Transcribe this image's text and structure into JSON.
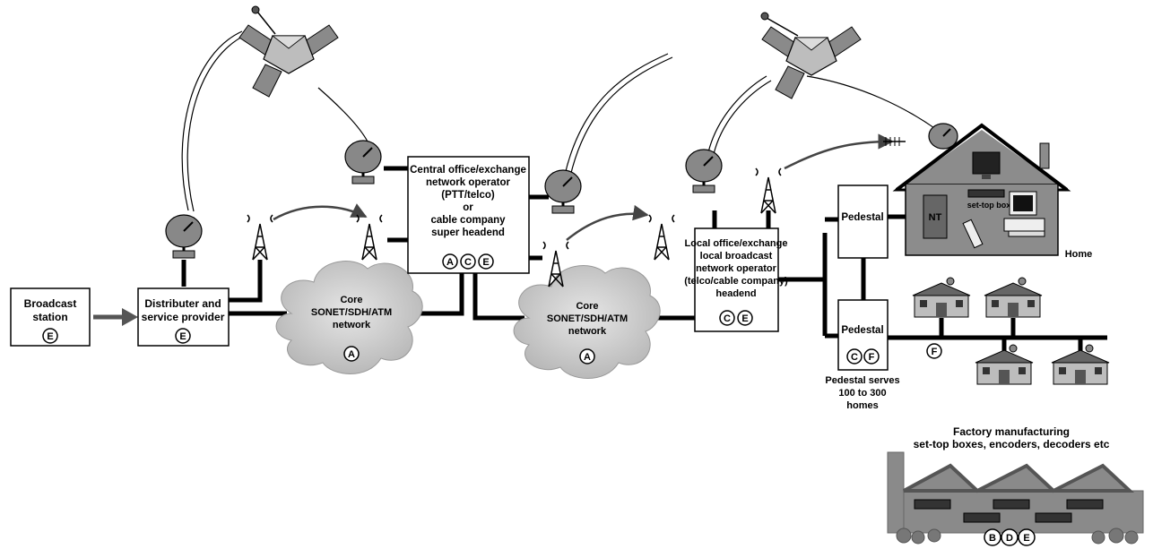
{
  "nodes": {
    "broadcast": {
      "line1": "Broadcast",
      "line2": "station",
      "badges": [
        "E"
      ]
    },
    "distributer": {
      "line1": "Distributer and",
      "line2": "service provider",
      "badges": [
        "E"
      ]
    },
    "core1": {
      "line1": "Core",
      "line2": "SONET/SDH/ATM",
      "line3": "network",
      "badges": [
        "A"
      ]
    },
    "central": {
      "lines": [
        "Central office/exchange",
        "network operator",
        "(PTT/telco)",
        "or",
        "cable company",
        "super headend"
      ],
      "badges": [
        "A",
        "C",
        "E"
      ]
    },
    "core2": {
      "line1": "Core",
      "line2": "SONET/SDH/ATM",
      "line3": "network",
      "badges": [
        "A"
      ]
    },
    "local": {
      "lines": [
        "Local office/exchange",
        "local broadcast",
        "network operator",
        "(telco/cable company)",
        "headend"
      ],
      "badges": [
        "C",
        "E"
      ]
    },
    "pedestal1": {
      "label": "Pedestal"
    },
    "pedestal2": {
      "label": "Pedestal",
      "badges": [
        "C",
        "F"
      ]
    },
    "pedestal_note": {
      "lines": [
        "Pedestal serves",
        "100 to 300",
        "homes"
      ]
    },
    "home": {
      "label": "Home",
      "nt": "NT",
      "settop": "set-top box"
    },
    "houses": {
      "badges": [
        "F"
      ]
    },
    "factory": {
      "lines": [
        "Factory manufacturing",
        "set-top boxes, encoders, decoders etc"
      ],
      "badges": [
        "B",
        "D",
        "E"
      ]
    }
  }
}
